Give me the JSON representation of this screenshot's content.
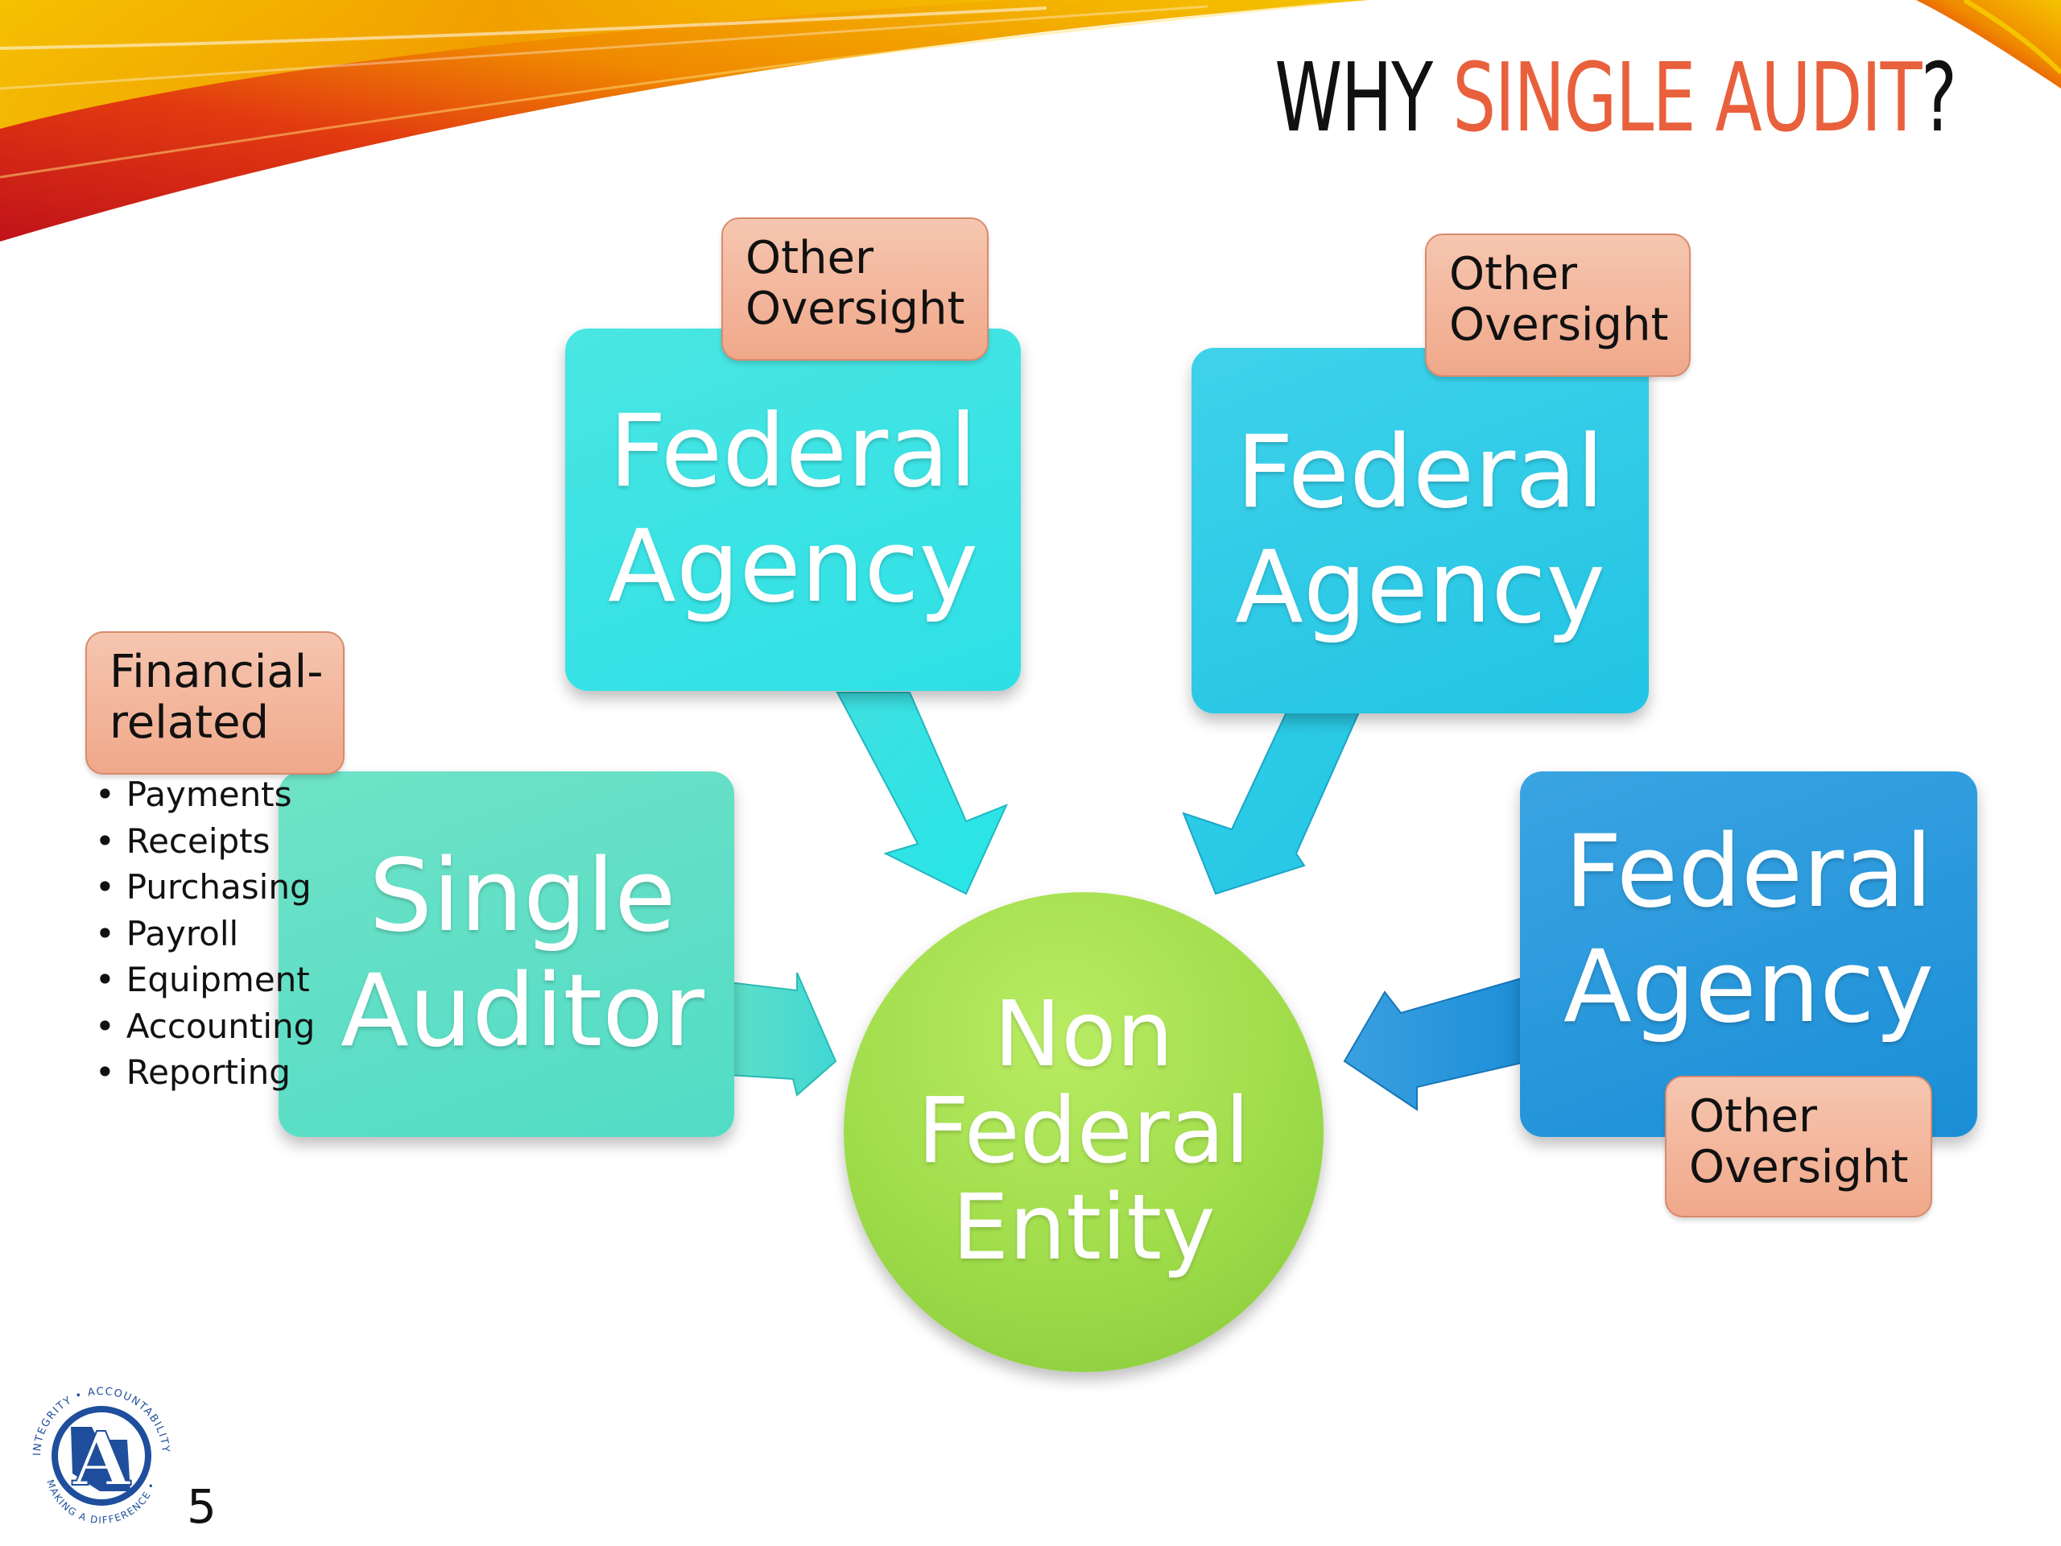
{
  "title": {
    "prefix": "WHY ",
    "accent": "SINGLE AUDIT",
    "suffix": "?"
  },
  "colors": {
    "title_accent": "#e8603c",
    "tag_fill": "#f3b79c",
    "circle": "#9fdc4a",
    "swoosh": [
      "#f5c400",
      "#f08a00",
      "#e23b10",
      "#c0121a"
    ]
  },
  "center": {
    "lines": [
      "Non",
      "Federal",
      "Entity"
    ]
  },
  "auditor": {
    "lines": [
      "Single",
      "Auditor"
    ]
  },
  "auditor_tag": {
    "lines": [
      "Financial-",
      "related"
    ]
  },
  "auditor_items": [
    "Payments",
    "Receipts",
    "Purchasing",
    "Payroll",
    "Equipment",
    "Accounting",
    "Reporting"
  ],
  "agencies": [
    {
      "lines": [
        "Federal",
        "Agency"
      ],
      "tag": [
        "Other",
        "Oversight"
      ]
    },
    {
      "lines": [
        "Federal",
        "Agency"
      ],
      "tag": [
        "Other",
        "Oversight"
      ]
    },
    {
      "lines": [
        "Federal",
        "Agency"
      ],
      "tag": [
        "Other",
        "Oversight"
      ]
    }
  ],
  "logo": {
    "letter": "A",
    "ring_text": "INTEGRITY • ACCOUNTABILITY • MAKING A DIFFERENCE •",
    "icon": "arizona-auditor-seal-icon"
  },
  "page_number": "5"
}
